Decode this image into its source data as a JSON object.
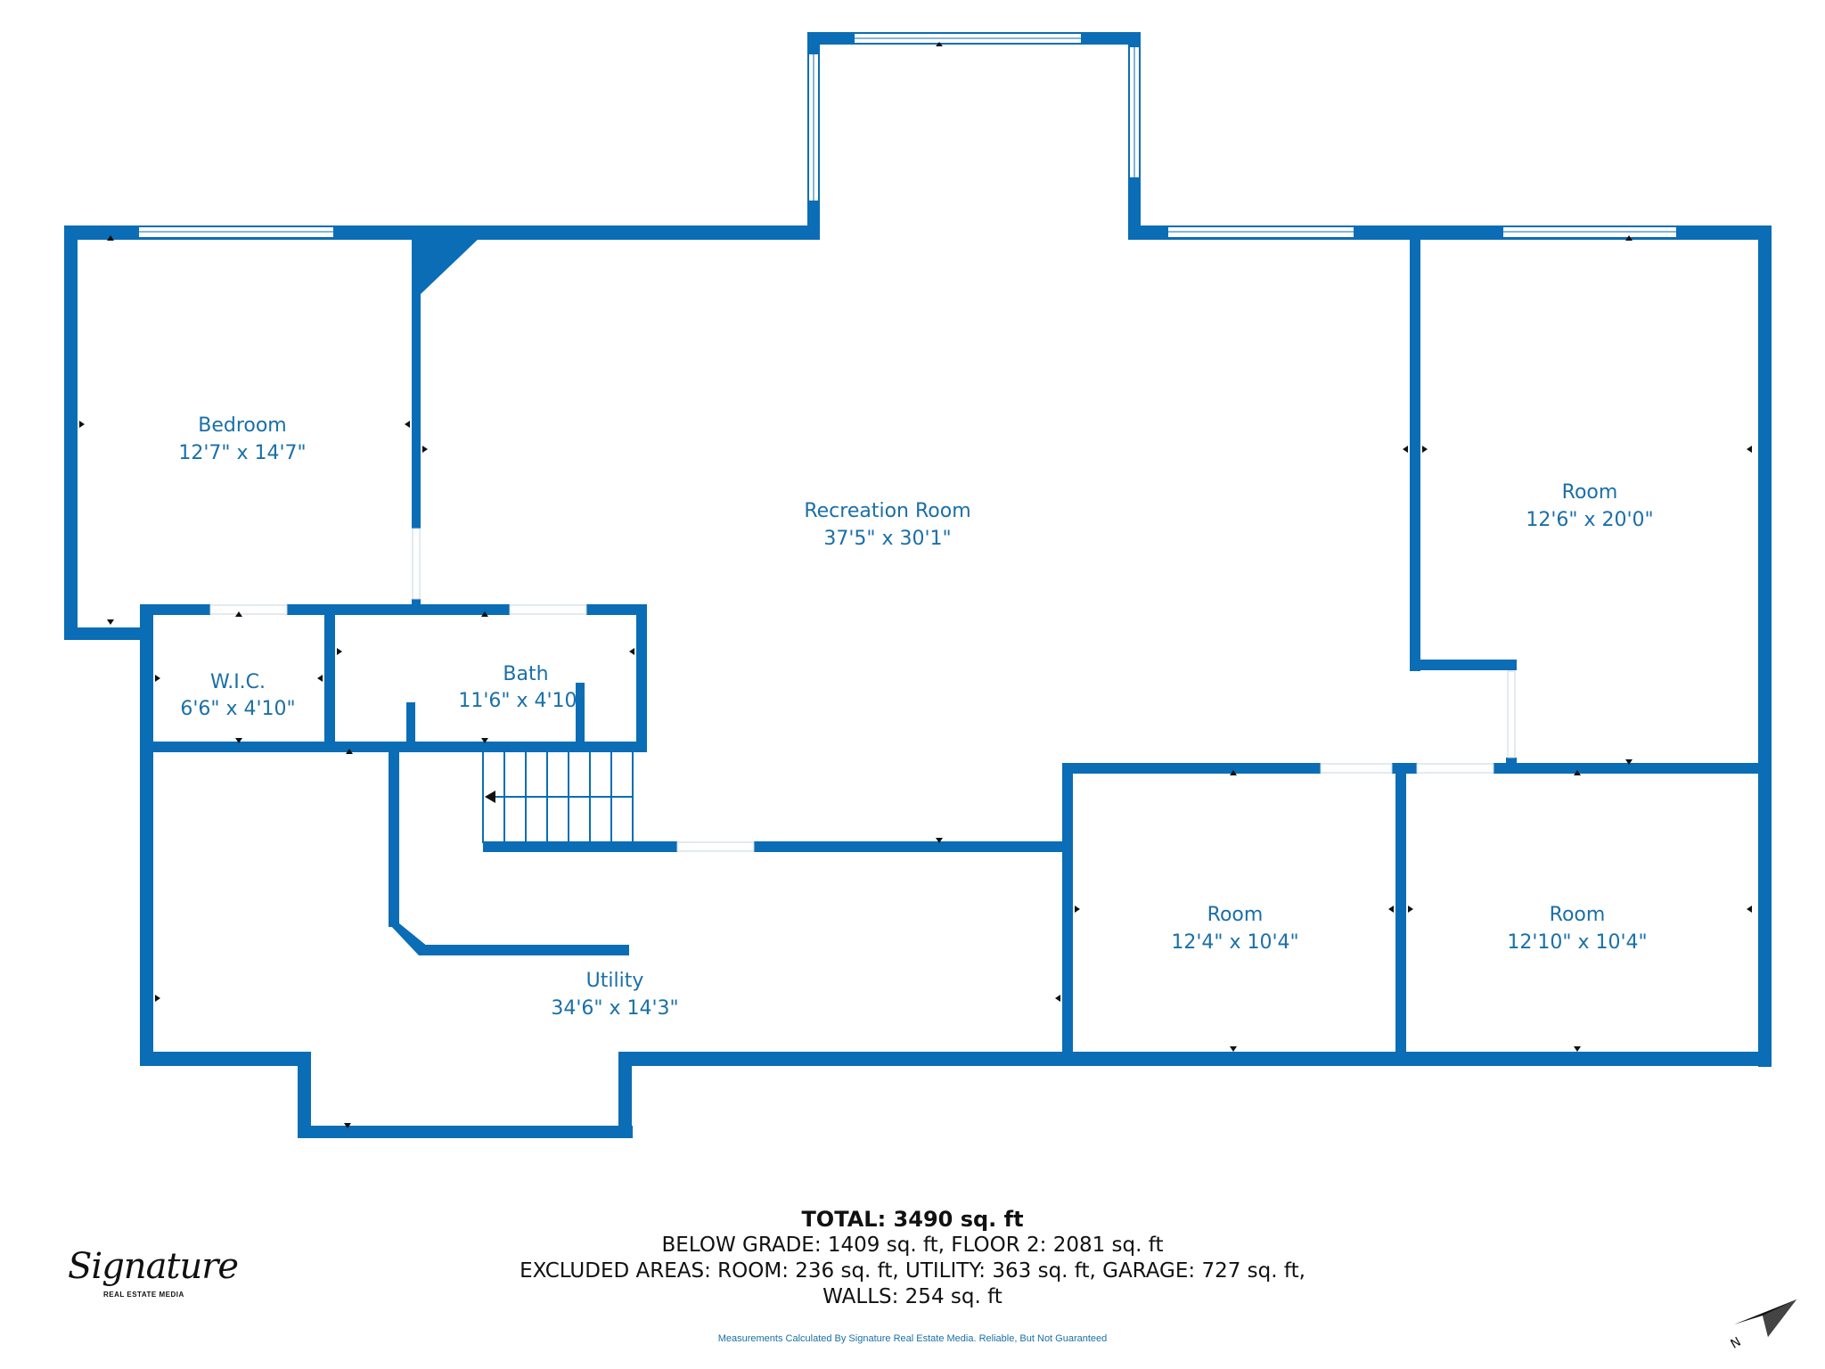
{
  "rooms": [
    {
      "name": "Bedroom",
      "dims": "12'7\" x 14'7\""
    },
    {
      "name": "Recreation Room",
      "dims": "37'5\" x 30'1\""
    },
    {
      "name": "Room",
      "dims": "12'6\" x 20'0\""
    },
    {
      "name": "W.I.C.",
      "dims": "6'6\" x 4'10\""
    },
    {
      "name": "Bath",
      "dims": "11'6\" x 4'10\""
    },
    {
      "name": "Room",
      "dims": "12'4\" x 10'4\""
    },
    {
      "name": "Room",
      "dims": "12'10\" x 10'4\""
    },
    {
      "name": "Utility",
      "dims": "34'6\" x 14'3\""
    }
  ],
  "summary": {
    "total": "TOTAL: 3490 sq. ft",
    "line1": "BELOW GRADE: 1409 sq. ft, FLOOR 2: 2081 sq. ft",
    "line2": "EXCLUDED AREAS: ROOM: 236 sq. ft, UTILITY: 363 sq. ft, GARAGE: 727 sq. ft,",
    "line3": "WALLS: 254 sq. ft"
  },
  "disclaimer": "Measurements Calculated By Signature Real Estate Media. Reliable, But Not Guaranteed",
  "logo": {
    "script": "Signature",
    "sub": "REAL ESTATE MEDIA"
  },
  "compass": {
    "label": "N"
  },
  "colors": {
    "wall": "#0a6db5",
    "label": "#1a6fa8",
    "window": "#ffffff"
  }
}
